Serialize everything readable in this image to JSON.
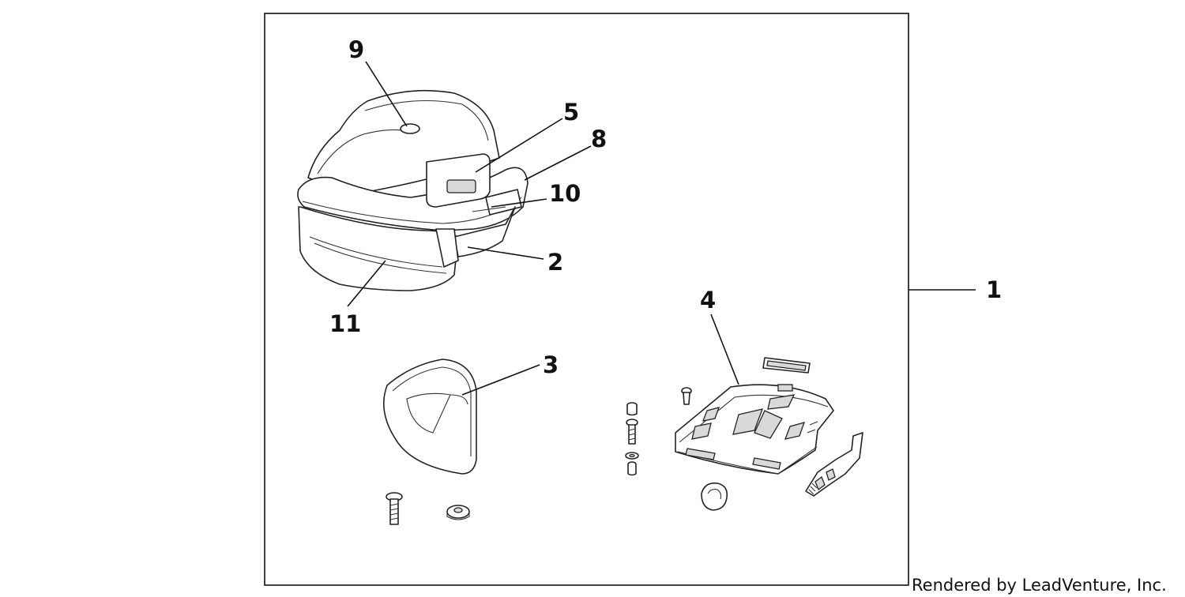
{
  "callouts": [
    {
      "id": "9",
      "text": "9"
    },
    {
      "id": "5",
      "text": "5"
    },
    {
      "id": "8",
      "text": "8"
    },
    {
      "id": "10",
      "text": "10"
    },
    {
      "id": "2",
      "text": "2"
    },
    {
      "id": "11",
      "text": "11"
    },
    {
      "id": "1",
      "text": "1"
    },
    {
      "id": "4",
      "text": "4"
    },
    {
      "id": "3",
      "text": "3"
    }
  ],
  "credit": "Rendered by LeadVenture, Inc.",
  "colors": {
    "line": "#111111",
    "background": "#ffffff"
  }
}
